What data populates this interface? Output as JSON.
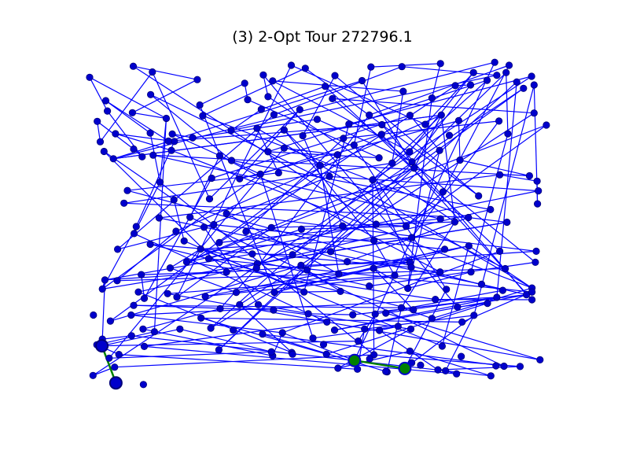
{
  "chart_data": {
    "type": "scatter",
    "title": "(3)  2-Opt Tour 272796.1",
    "xlabel": "",
    "ylabel": "",
    "xlim": [
      0,
      100
    ],
    "ylim": [
      0,
      100
    ],
    "grid": false,
    "axes_visible": false,
    "colors": {
      "edge": "#0000ff",
      "node_fill": "#0000cc",
      "node_stroke": "#00007a",
      "highlight_edge": "#008000",
      "highlight_fill": "#008000",
      "highlight_stroke": "#0000cc"
    },
    "nodes": [
      [
        0.0,
        97.7
      ],
      [
        10.3,
        101.0
      ],
      [
        14.8,
        99.3
      ],
      [
        25.4,
        97.0
      ],
      [
        36.6,
        95.9
      ],
      [
        41.0,
        98.4
      ],
      [
        43.2,
        96.6
      ],
      [
        47.6,
        101.3
      ],
      [
        50.9,
        100.4
      ],
      [
        57.9,
        98.2
      ],
      [
        55.6,
        95.0
      ],
      [
        66.4,
        100.8
      ],
      [
        73.7,
        100.9
      ],
      [
        82.8,
        101.8
      ],
      [
        90.6,
        99.1
      ],
      [
        95.6,
        102.2
      ],
      [
        99.0,
        101.3
      ],
      [
        98.3,
        99.1
      ],
      [
        100.8,
        96.3
      ],
      [
        104.3,
        98.0
      ],
      [
        104.9,
        95.4
      ],
      [
        102.4,
        94.4
      ],
      [
        96.1,
        98.3
      ],
      [
        93.8,
        96.8
      ],
      [
        89.9,
        95.4
      ],
      [
        86.3,
        95.2
      ],
      [
        80.8,
        91.5
      ],
      [
        74.0,
        93.5
      ],
      [
        64.3,
        96.7
      ],
      [
        57.3,
        91.3
      ],
      [
        42.1,
        91.9
      ],
      [
        40.5,
        88.1
      ],
      [
        37.3,
        91.0
      ],
      [
        26.0,
        89.4
      ],
      [
        14.4,
        92.5
      ],
      [
        3.8,
        90.7
      ],
      [
        4.2,
        87.6
      ],
      [
        1.8,
        84.5
      ],
      [
        10.1,
        87.1
      ],
      [
        18.1,
        85.4
      ],
      [
        26.7,
        86.2
      ],
      [
        39.5,
        82.4
      ],
      [
        43.5,
        86.5
      ],
      [
        49.6,
        88.0
      ],
      [
        53.7,
        85.1
      ],
      [
        61.2,
        83.7
      ],
      [
        66.0,
        86.4
      ],
      [
        69.0,
        83.5
      ],
      [
        75.6,
        86.3
      ],
      [
        79.2,
        83.6
      ],
      [
        83.0,
        86.4
      ],
      [
        87.1,
        84.7
      ],
      [
        96.6,
        84.6
      ],
      [
        104.9,
        87.0
      ],
      [
        107.8,
        83.4
      ],
      [
        98.7,
        80.8
      ],
      [
        84.9,
        80.3
      ],
      [
        75.5,
        75.4
      ],
      [
        68.9,
        80.6
      ],
      [
        59.9,
        79.4
      ],
      [
        50.3,
        80.2
      ],
      [
        45.9,
        81.9
      ],
      [
        33.4,
        81.8
      ],
      [
        24.3,
        79.6
      ],
      [
        14.3,
        81.0
      ],
      [
        6.1,
        80.8
      ],
      [
        2.5,
        78.4
      ],
      [
        3.4,
        75.5
      ],
      [
        10.4,
        76.2
      ],
      [
        19.5,
        80.7
      ],
      [
        20.0,
        78.5
      ],
      [
        15.0,
        74.4
      ],
      [
        19.3,
        75.8
      ],
      [
        18.6,
        78.6
      ],
      [
        5.6,
        73.3
      ],
      [
        12.4,
        73.9
      ],
      [
        30.7,
        74.2
      ],
      [
        33.5,
        72.8
      ],
      [
        42.1,
        75.4
      ],
      [
        45.9,
        76.5
      ],
      [
        58.5,
        74.5
      ],
      [
        62.4,
        77.4
      ],
      [
        68.3,
        73.6
      ],
      [
        71.4,
        72.0
      ],
      [
        76.1,
        72.4
      ],
      [
        82.6,
        75.8
      ],
      [
        87.4,
        72.9
      ],
      [
        96.8,
        68.5
      ],
      [
        103.8,
        68.2
      ],
      [
        105.6,
        66.6
      ],
      [
        91.8,
        62.2
      ],
      [
        83.4,
        63.4
      ],
      [
        76.6,
        70.5
      ],
      [
        66.8,
        67.0
      ],
      [
        56.6,
        68.0
      ],
      [
        54.4,
        71.3
      ],
      [
        44.6,
        69.1
      ],
      [
        40.3,
        68.7
      ],
      [
        35.4,
        67.3
      ],
      [
        28.8,
        67.5
      ],
      [
        16.6,
        66.3
      ],
      [
        8.9,
        63.8
      ],
      [
        8.1,
        60.0
      ],
      [
        19.9,
        61.0
      ],
      [
        28.3,
        61.3
      ],
      [
        32.3,
        56.9
      ],
      [
        29.3,
        53.6
      ],
      [
        23.7,
        55.8
      ],
      [
        16.4,
        55.6
      ],
      [
        11.0,
        53.0
      ],
      [
        20.4,
        51.6
      ],
      [
        27.0,
        52.8
      ],
      [
        36.9,
        51.5
      ],
      [
        42.9,
        52.7
      ],
      [
        50.0,
        52.2
      ],
      [
        59.7,
        53.2
      ],
      [
        67.6,
        53.7
      ],
      [
        74.7,
        53.1
      ],
      [
        82.8,
        55.3
      ],
      [
        89.4,
        55.7
      ],
      [
        98.5,
        54.3
      ],
      [
        105.9,
        63.7
      ],
      [
        105.7,
        59.8
      ],
      [
        94.6,
        58.1
      ],
      [
        86.2,
        54.4
      ],
      [
        76.0,
        49.7
      ],
      [
        67.1,
        48.8
      ],
      [
        56.9,
        45.5
      ],
      [
        47.9,
        44.6
      ],
      [
        38.4,
        44.8
      ],
      [
        30.6,
        48.2
      ],
      [
        22.3,
        48.7
      ],
      [
        14.3,
        47.7
      ],
      [
        10.5,
        50.9
      ],
      [
        6.6,
        46.2
      ],
      [
        22.9,
        42.4
      ],
      [
        26.2,
        46.3
      ],
      [
        39.6,
        41.9
      ],
      [
        49.9,
        41.4
      ],
      [
        60.8,
        42.5
      ],
      [
        75.6,
        42.3
      ],
      [
        83.8,
        46.2
      ],
      [
        89.5,
        47.2
      ],
      [
        96.8,
        45.6
      ],
      [
        105.4,
        45.6
      ],
      [
        105.2,
        42.3
      ],
      [
        98.1,
        40.4
      ],
      [
        90.0,
        39.4
      ],
      [
        82.7,
        39.4
      ],
      [
        75.9,
        40.8
      ],
      [
        72.0,
        38.4
      ],
      [
        67.0,
        40.5
      ],
      [
        58.8,
        38.8
      ],
      [
        51.3,
        40.0
      ],
      [
        39.4,
        40.6
      ],
      [
        32.3,
        39.4
      ],
      [
        28.1,
        43.4
      ],
      [
        19.0,
        40.6
      ],
      [
        12.2,
        38.6
      ],
      [
        6.5,
        36.8
      ],
      [
        3.6,
        37.0
      ],
      [
        3.0,
        34.3
      ],
      [
        11.5,
        33.4
      ],
      [
        20.6,
        31.9
      ],
      [
        27.3,
        32.1
      ],
      [
        34.6,
        33.3
      ],
      [
        43.6,
        33.3
      ],
      [
        50.6,
        33.4
      ],
      [
        59.2,
        33.6
      ],
      [
        66.0,
        35.2
      ],
      [
        75.1,
        34.5
      ],
      [
        84.2,
        34.2
      ],
      [
        92.5,
        35.7
      ],
      [
        97.5,
        33.9
      ],
      [
        103.1,
        32.6
      ],
      [
        104.4,
        34.6
      ],
      [
        104.4,
        33.4
      ],
      [
        104.4,
        31.1
      ],
      [
        96.1,
        31.8
      ],
      [
        93.9,
        30.0
      ],
      [
        86.8,
        28.9
      ],
      [
        81.6,
        31.2
      ],
      [
        76.4,
        28.1
      ],
      [
        73.6,
        28.7
      ],
      [
        69.9,
        27.1
      ],
      [
        67.4,
        26.8
      ],
      [
        62.1,
        26.6
      ],
      [
        51.6,
        26.9
      ],
      [
        43.4,
        28.0
      ],
      [
        39.8,
        29.6
      ],
      [
        35.4,
        29.6
      ],
      [
        30.8,
        28.4
      ],
      [
        26.3,
        25.6
      ],
      [
        18.4,
        32.9
      ],
      [
        12.9,
        31.5
      ],
      [
        9.8,
        26.5
      ],
      [
        10.4,
        29.4
      ],
      [
        4.9,
        24.7
      ],
      [
        0.9,
        26.5
      ],
      [
        3.0,
        19.3
      ],
      [
        9.9,
        20.3
      ],
      [
        12.6,
        22.3
      ],
      [
        15.3,
        21.5
      ],
      [
        21.3,
        22.3
      ],
      [
        28.6,
        22.6
      ],
      [
        33.9,
        22.0
      ],
      [
        40.8,
        20.8
      ],
      [
        45.5,
        21.2
      ],
      [
        52.7,
        19.6
      ],
      [
        57.8,
        22.0
      ],
      [
        56.0,
        24.4
      ],
      [
        63.4,
        18.7
      ],
      [
        64.9,
        22.3
      ],
      [
        68.4,
        21.9
      ],
      [
        72.8,
        23.1
      ],
      [
        75.8,
        22.3
      ],
      [
        80.8,
        25.5
      ],
      [
        87.9,
        24.4
      ],
      [
        90.7,
        26.4
      ],
      [
        83.2,
        17.2
      ],
      [
        75.6,
        15.7
      ],
      [
        76.0,
        12.2
      ],
      [
        70.2,
        9.5
      ],
      [
        67.1,
        14.6
      ],
      [
        62.5,
        12.9
      ],
      [
        55.9,
        14.8
      ],
      [
        47.7,
        15.3
      ],
      [
        43.2,
        14.3
      ],
      [
        42.9,
        15.5
      ],
      [
        30.5,
        16.1
      ],
      [
        12.9,
        17.1
      ],
      [
        6.9,
        14.7
      ],
      [
        4.6,
        13.6
      ],
      [
        2.9,
        17.3
      ],
      [
        1.7,
        17.6
      ],
      [
        0.8,
        8.4
      ],
      [
        5.9,
        10.9
      ],
      [
        6.2,
        6.2
      ],
      [
        12.7,
        5.7
      ],
      [
        58.6,
        10.6
      ],
      [
        63.2,
        10.3
      ],
      [
        74.4,
        10.5
      ],
      [
        78.1,
        11.5
      ],
      [
        82.2,
        10.1
      ],
      [
        84.0,
        9.8
      ],
      [
        86.6,
        8.9
      ],
      [
        94.7,
        8.3
      ],
      [
        95.9,
        11.3
      ],
      [
        97.8,
        11.2
      ],
      [
        101.6,
        11.1
      ],
      [
        106.3,
        13.1
      ],
      [
        87.7,
        14.1
      ],
      [
        69.9,
        9.6
      ],
      [
        47.9,
        14.8
      ],
      [
        55.2,
        17.7
      ],
      [
        66.1,
        13.4
      ]
    ],
    "tour": [
      0,
      36,
      75,
      68,
      37,
      66,
      2,
      104,
      43,
      98,
      51,
      86,
      88,
      71,
      118,
      130,
      25,
      24,
      84,
      44,
      63,
      69,
      97,
      58,
      177,
      181,
      135,
      54,
      117,
      114,
      156,
      176,
      217,
      192,
      225,
      179,
      180,
      5,
      30,
      124,
      113,
      163,
      7,
      49,
      14,
      57,
      6,
      27,
      83,
      102,
      119,
      40,
      8,
      90,
      9,
      60,
      115,
      137,
      120,
      161,
      160,
      199,
      200,
      246,
      220,
      239,
      215,
      188,
      196,
      183,
      222,
      206,
      248,
      107,
      76,
      148,
      164,
      142,
      166,
      168,
      153,
      204,
      23,
      78,
      82,
      32,
      4,
      33,
      166,
      141,
      106,
      134,
      42,
      12,
      22,
      62,
      31,
      10,
      143,
      207,
      227,
      201,
      191,
      154,
      46,
      16,
      91,
      117,
      116,
      1,
      3,
      38,
      39,
      202,
      234,
      231,
      240,
      212,
      218,
      244,
      245,
      230,
      210,
      133,
      100,
      64,
      35,
      73,
      47,
      174,
      172,
      108,
      87,
      89,
      122,
      20,
      218,
      241,
      171,
      81,
      11,
      13,
      26,
      170,
      151,
      182,
      132,
      149,
      93,
      19,
      45,
      167,
      131,
      103,
      67,
      155,
      158,
      194,
      99,
      48,
      85,
      170,
      147,
      55,
      17,
      229,
      92,
      28,
      74,
      15,
      224,
      207,
      195,
      178,
      184,
      250,
      193,
      150,
      126,
      61,
      95,
      152,
      105,
      144,
      160,
      129,
      128,
      21,
      235,
      236,
      223,
      249,
      243,
      213,
      214,
      208,
      97,
      161,
      109,
      70,
      65,
      72,
      175,
      41,
      96,
      101,
      173,
      185,
      211,
      233,
      203,
      228,
      232,
      79,
      80,
      197,
      138,
      140,
      165,
      157,
      136,
      125,
      52,
      59,
      112,
      139,
      119,
      120,
      127,
      18,
      178,
      209,
      174,
      186,
      187,
      189,
      111,
      94,
      121,
      135,
      92,
      50,
      110,
      159,
      146,
      34,
      77,
      123,
      162,
      226,
      190,
      53,
      29,
      145,
      169,
      136,
      219,
      142,
      175,
      216,
      183,
      124,
      50,
      74,
      50,
      93,
      223,
      100,
      39,
      0
    ],
    "highlight": {
      "nodes": [
        241,
        237,
        224,
        233
      ],
      "edges": [
        [
          241,
          224
        ],
        [
          237,
          233
        ]
      ]
    }
  }
}
